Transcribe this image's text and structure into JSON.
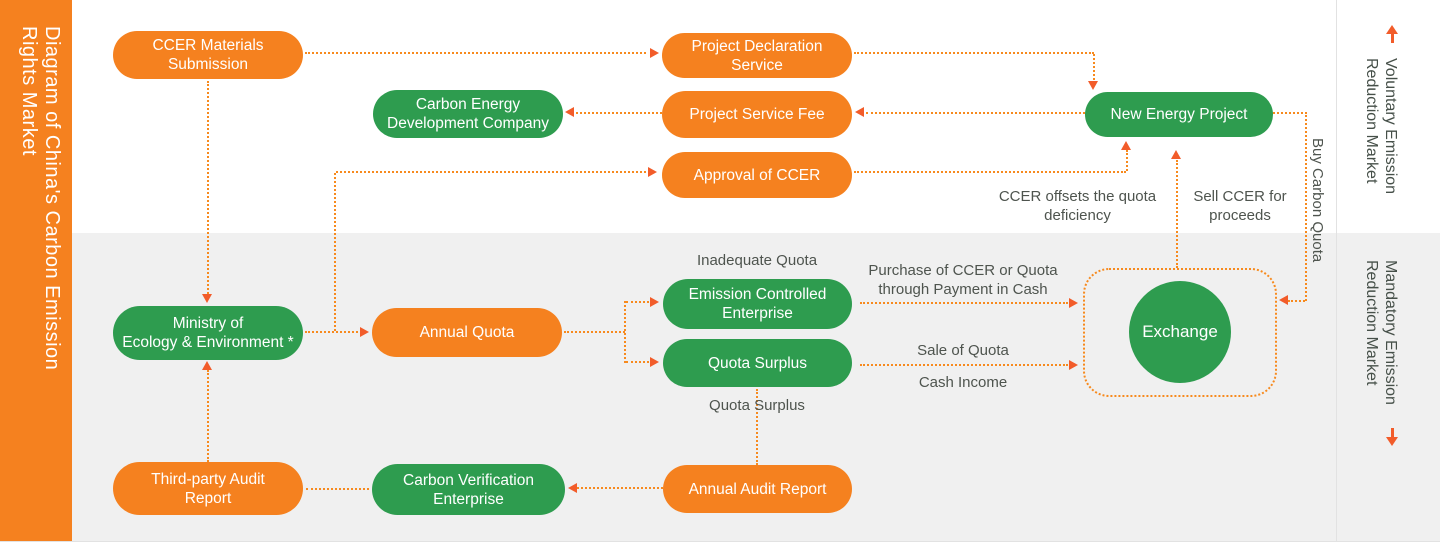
{
  "sidebar": {
    "title_lines": [
      "Diagram of China's Carbon Emission",
      "Rights Market"
    ]
  },
  "sections": {
    "voluntary": {
      "lines": [
        "Voluntary Emission",
        "Reduction Market"
      ]
    },
    "mandatory": {
      "lines": [
        "Mandatory Emission",
        "Reduction Market"
      ]
    }
  },
  "nodes": {
    "ccer_materials": {
      "lines": [
        "CCER Materials",
        "Submission"
      ]
    },
    "project_declaration": {
      "lines": [
        "Project Declaration",
        "Service"
      ]
    },
    "carbon_energy": {
      "lines": [
        "Carbon Energy",
        "Development Company"
      ]
    },
    "project_service_fee": {
      "lines": [
        "Project Service Fee"
      ]
    },
    "approval_ccer": {
      "lines": [
        "Approval of CCER"
      ]
    },
    "new_energy": {
      "lines": [
        "New Energy Project"
      ]
    },
    "ministry": {
      "lines": [
        "Ministry of",
        "Ecology & Environment *"
      ]
    },
    "annual_quota": {
      "lines": [
        "Annual Quota"
      ]
    },
    "emission_controlled": {
      "lines": [
        "Emission Controlled",
        "Enterprise"
      ]
    },
    "quota_surplus": {
      "lines": [
        "Quota Surplus"
      ]
    },
    "exchange": {
      "lines": [
        "Exchange"
      ]
    },
    "third_party": {
      "lines": [
        "Third-party Audit",
        "Report"
      ]
    },
    "carbon_verification": {
      "lines": [
        "Carbon Verification",
        "Enterprise"
      ]
    },
    "annual_audit": {
      "lines": [
        "Annual Audit Report"
      ]
    }
  },
  "edge_labels": {
    "inadequate_quota": "Inadequate Quota",
    "purchase": {
      "lines": [
        "Purchase of CCER or Quota",
        "through Payment in Cash"
      ]
    },
    "sale_of_quota": "Sale of Quota",
    "cash_income": "Cash Income",
    "quota_surplus_note": "Quota Surplus",
    "ccer_offsets": {
      "lines": [
        "CCER offsets the quota",
        "deficiency"
      ]
    },
    "sell_ccer": {
      "lines": [
        "Sell CCER for",
        "proceeds"
      ]
    },
    "buy_carbon_quota": "Buy Carbon Quota"
  },
  "colors": {
    "orange": "#F5811F",
    "green": "#2E9C4F",
    "dot": "#F78A1E",
    "arrow": "#F25C2A",
    "band": "#F0F0F0",
    "label": "#4E544E",
    "market": "#465049",
    "divider": "#E2E2E2"
  }
}
